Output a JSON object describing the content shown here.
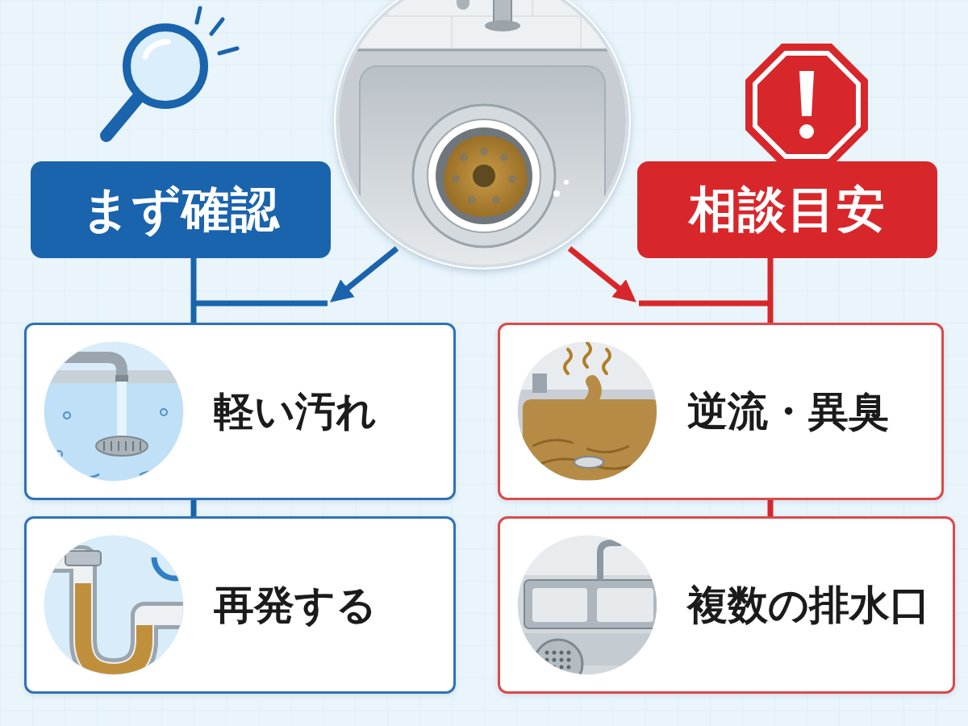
{
  "diagram": {
    "nodes": [
      {
        "text": [
          "まず確認"
        ]
      },
      {
        "text": [
          "軽い汚れ"
        ]
      },
      {
        "text": [
          "再発する"
        ]
      },
      {
        "text": [
          "相談目安"
        ]
      },
      {
        "text": [
          "逆流・異臭"
        ]
      },
      {
        "text": [
          "複数の排水口"
        ]
      }
    ],
    "edges": [
      {
        "from": 0,
        "to": 1,
        "arrow": "none"
      },
      {
        "from": 1,
        "to": 2,
        "arrow": "none"
      },
      {
        "from": 3,
        "to": 4,
        "arrow": "none"
      },
      {
        "from": 4,
        "to": 5,
        "arrow": "none"
      }
    ]
  }
}
